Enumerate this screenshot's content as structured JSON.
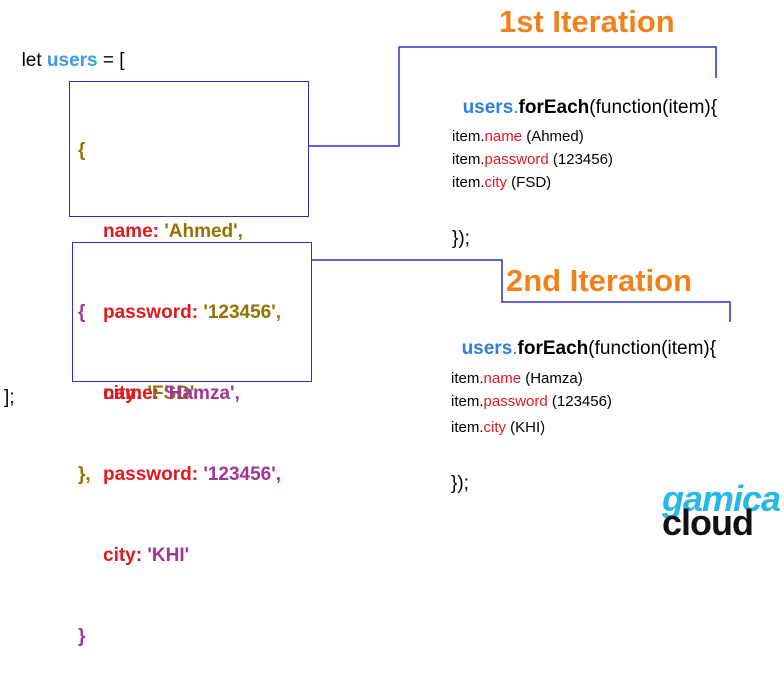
{
  "declaration": {
    "kw": "let ",
    "var": "users",
    "rest": " = ["
  },
  "closing": "];",
  "objects": [
    {
      "open": "{",
      "name_key": "name",
      "name_val": "'Ahmed',",
      "pass_key": "password",
      "pass_val": "'123456',",
      "city_key": "city",
      "city_val": "'FSD'",
      "close": "},"
    },
    {
      "open": "{",
      "name_key": "name",
      "name_val": "'Hamza',",
      "pass_key": "password",
      "pass_val": "'123456',",
      "city_key": "city",
      "city_val": "'KHI'",
      "close": "}"
    }
  ],
  "colon": ": ",
  "iterations": [
    {
      "title": "1st Iteration",
      "arr": "users",
      "dot": ".",
      "method": "forEach",
      "args": "(function(item){",
      "lines": [
        {
          "obj": "item.",
          "prop": "name",
          "val": " (Ahmed)"
        },
        {
          "obj": "item.",
          "prop": "password",
          "val": " (123456)"
        },
        {
          "obj": "item.",
          "prop": "city",
          "val": " (FSD)"
        }
      ],
      "close": "});"
    },
    {
      "title": "2nd Iteration",
      "arr": "users",
      "dot": ".",
      "method": "forEach",
      "args": "(function(item){",
      "lines": [
        {
          "obj": "item.",
          "prop": "name",
          "val": " (Hamza)"
        },
        {
          "obj": "item.",
          "prop": "password",
          "val": " (123456)"
        },
        {
          "obj": "item.",
          "prop": "city",
          "val": " (KHI)"
        }
      ],
      "close": "});"
    }
  ],
  "logo": {
    "top": "gamica",
    "bottom": "cloud"
  },
  "colors": {
    "variable": "#3b9be8",
    "key": "#e0191e",
    "obj1_value": "#957200",
    "obj2_value": "#a0359c",
    "iteration_title": "#f0821e",
    "connector": "#2d2ec9"
  }
}
